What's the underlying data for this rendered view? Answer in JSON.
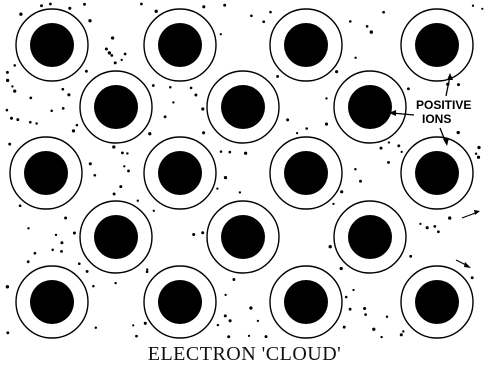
{
  "diagram": {
    "caption": "ELECTRON 'CLOUD'",
    "ion_label_line1": "POSITIVE",
    "ion_label_line2": "IONS",
    "colors": {
      "ink": "#000000",
      "background": "#ffffff"
    }
  }
}
